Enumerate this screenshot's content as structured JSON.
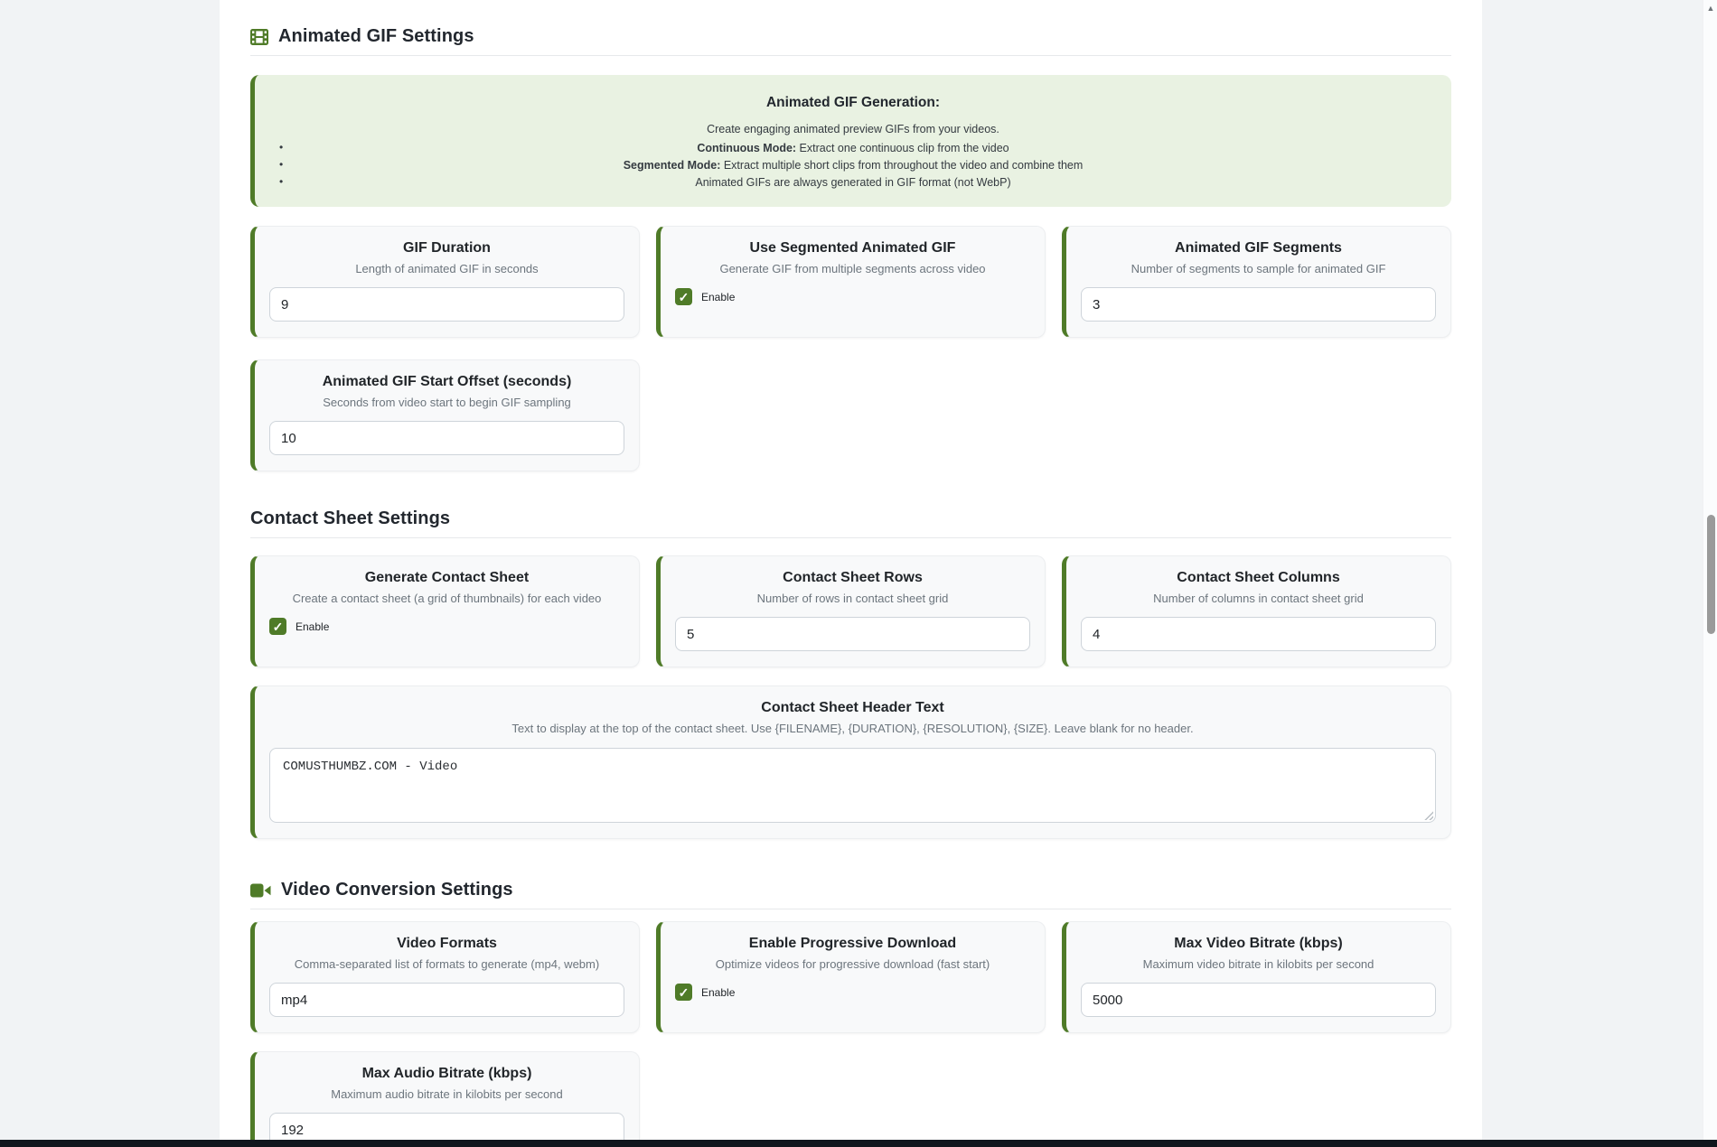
{
  "ui": {
    "check_glyph": "✓",
    "scroll_up_glyph": "▲",
    "accent_green": "#4f7b28",
    "info_bg": "#e9f2e2",
    "card_bg": "#f8f9fa"
  },
  "sections": {
    "animated_gif": {
      "title": "Animated GIF Settings"
    },
    "contact_sheet": {
      "title": "Contact Sheet Settings"
    },
    "video_conversion": {
      "title": "Video Conversion Settings"
    }
  },
  "info_box": {
    "title": "Animated GIF Generation:",
    "intro": "Create engaging animated preview GIFs from your videos.",
    "bullets": [
      {
        "bold": "Continuous Mode:",
        "text": " Extract one continuous clip from the video"
      },
      {
        "bold": "Segmented Mode:",
        "text": " Extract multiple short clips from throughout the video and combine them"
      },
      {
        "bold": "",
        "text": "Animated GIFs are always generated in GIF format (not WebP)"
      }
    ]
  },
  "cards": {
    "gif_duration": {
      "title": "GIF Duration",
      "description": "Length of animated GIF in seconds",
      "value": "9"
    },
    "use_segmented": {
      "title": "Use Segmented Animated GIF",
      "description": "Generate GIF from multiple segments across video",
      "checkbox_label": "Enable",
      "checked": true
    },
    "gif_segments": {
      "title": "Animated GIF Segments",
      "description": "Number of segments to sample for animated GIF",
      "value": "3"
    },
    "gif_start_offset": {
      "title": "Animated GIF Start Offset (seconds)",
      "description": "Seconds from video start to begin GIF sampling",
      "value": "10"
    },
    "generate_contact_sheet": {
      "title": "Generate Contact Sheet",
      "description": "Create a contact sheet (a grid of thumbnails) for each video",
      "checkbox_label": "Enable",
      "checked": true
    },
    "contact_sheet_rows": {
      "title": "Contact Sheet Rows",
      "description": "Number of rows in contact sheet grid",
      "value": "5"
    },
    "contact_sheet_columns": {
      "title": "Contact Sheet Columns",
      "description": "Number of columns in contact sheet grid",
      "value": "4"
    },
    "contact_sheet_header": {
      "title": "Contact Sheet Header Text",
      "description": "Text to display at the top of the contact sheet. Use {FILENAME}, {DURATION}, {RESOLUTION}, {SIZE}. Leave blank for no header.",
      "value": "COMUSTHUMBZ.COM - Video"
    },
    "video_formats": {
      "title": "Video Formats",
      "description": "Comma-separated list of formats to generate (mp4, webm)",
      "value": "mp4"
    },
    "progressive_download": {
      "title": "Enable Progressive Download",
      "description": "Optimize videos for progressive download (fast start)",
      "checkbox_label": "Enable",
      "checked": true
    },
    "max_video_bitrate": {
      "title": "Max Video Bitrate (kbps)",
      "description": "Maximum video bitrate in kilobits per second",
      "value": "5000"
    },
    "max_audio_bitrate": {
      "title": "Max Audio Bitrate (kbps)",
      "description": "Maximum audio bitrate in kilobits per second",
      "value": "192"
    }
  }
}
